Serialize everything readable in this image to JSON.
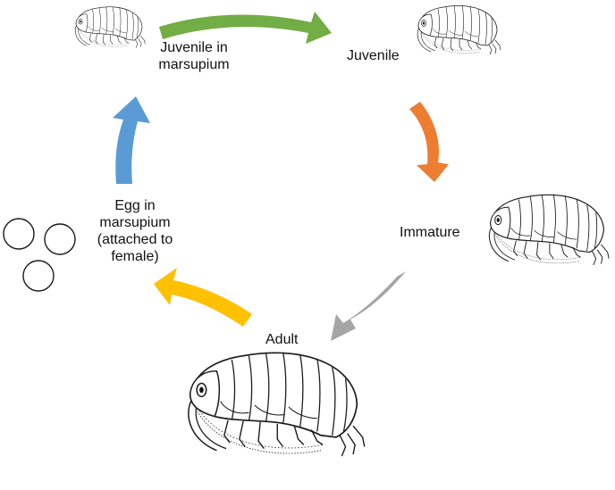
{
  "stages": {
    "juvenile_in_marsupium": "Juvenile in\nmarsupium",
    "juvenile": "Juvenile",
    "immature": "Immature",
    "adult": "Adult",
    "egg_in_marsupium": "Egg in\nmarsupium\n(attached to\nfemale)"
  },
  "colors": {
    "arrow_green": "#72ad45",
    "arrow_orange": "#ed7d31",
    "arrow_gray": "#a5a5a5",
    "arrow_yellow": "#ffc000",
    "arrow_blue": "#5b9bd5",
    "line": "#1a1a1a"
  }
}
